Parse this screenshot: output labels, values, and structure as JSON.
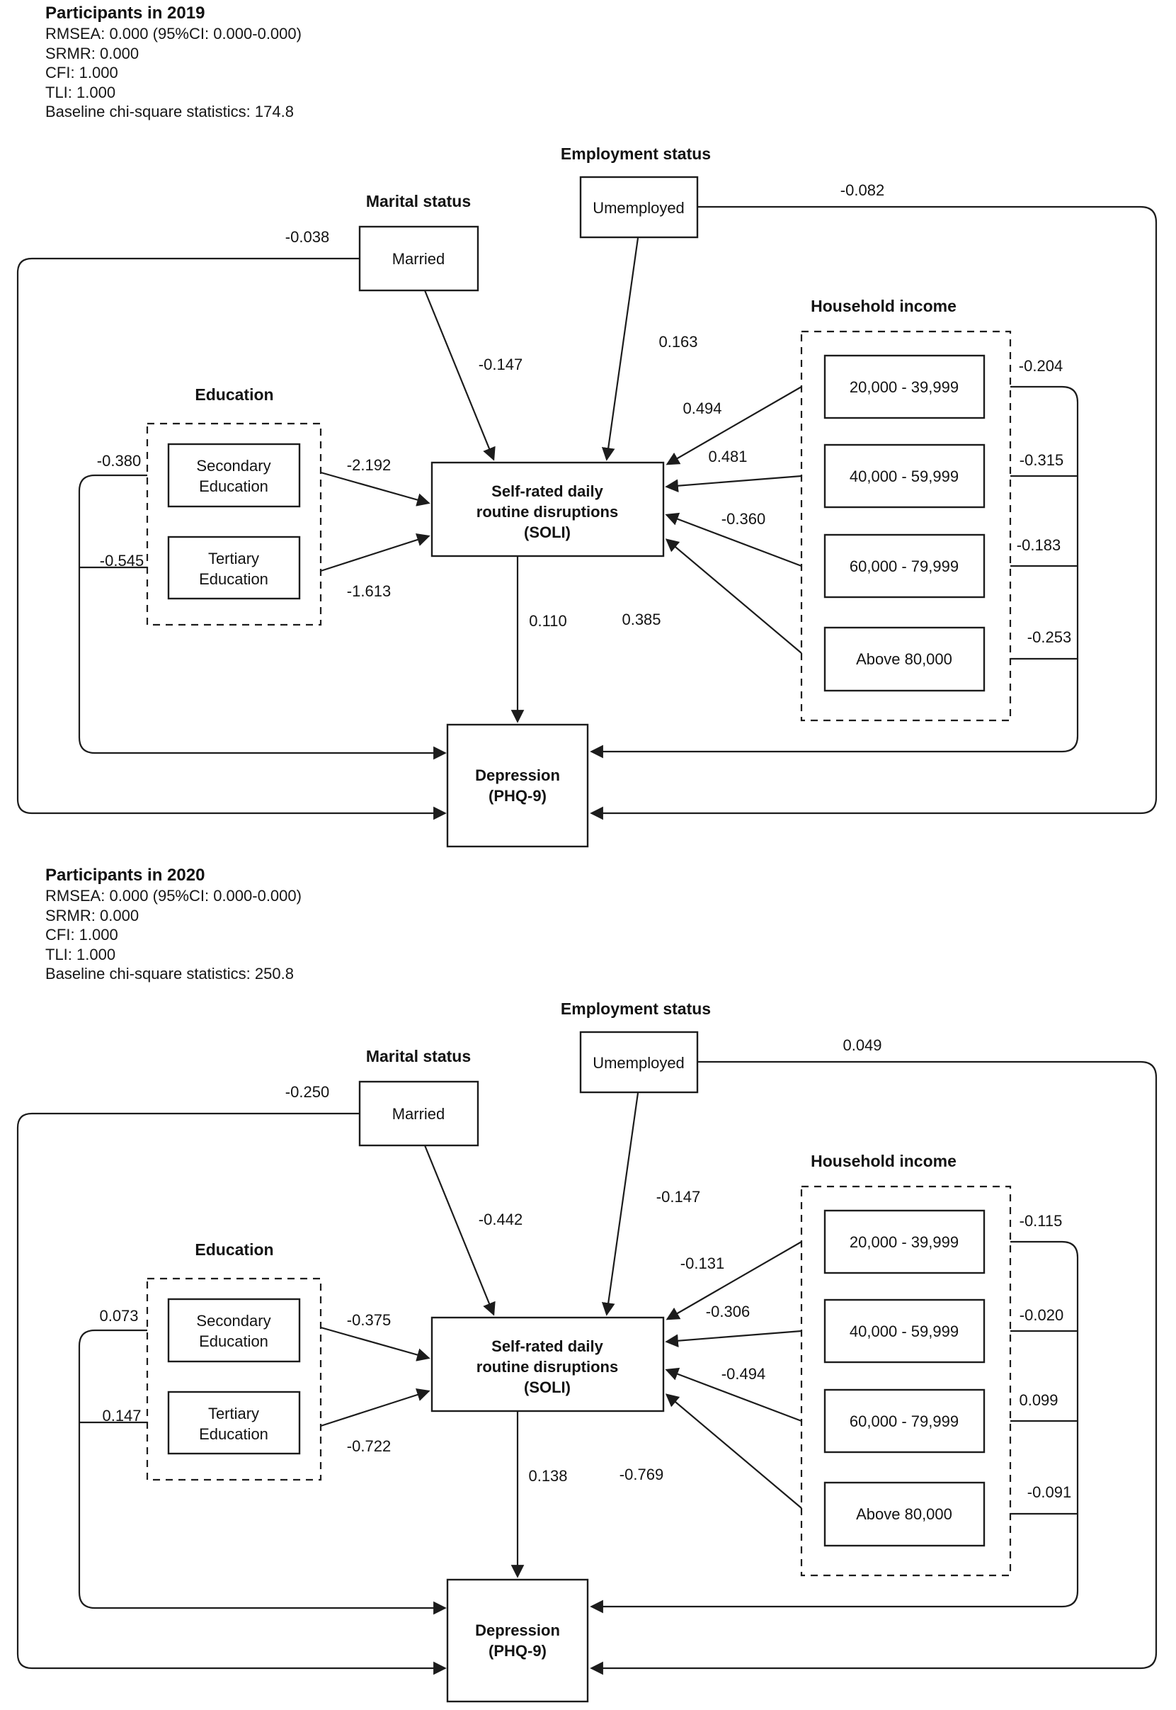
{
  "figure": {
    "description": "Structural equation model path diagrams for participants in 2019 and 2020",
    "panels": [
      {
        "title": "Participants in 2019",
        "stats": [
          "RMSEA: 0.000 (95%CI: 0.000-0.000)",
          "SRMR: 0.000",
          "CFI: 1.000",
          "TLI: 1.000",
          "Baseline chi-square statistics: 174.8"
        ],
        "group_titles": {
          "marital": "Marital status",
          "employment": "Employment status",
          "education": "Education",
          "income": "Household income"
        },
        "node_labels": {
          "married": "Married",
          "unemployed": "Umemployed",
          "secondary": [
            "Secondary",
            "Education"
          ],
          "tertiary": [
            "Tertiary",
            "Education"
          ],
          "income": [
            "20,000 - 39,999",
            "40,000 - 59,999",
            "60,000 - 79,999",
            "Above 80,000"
          ],
          "soli": [
            "Self-rated daily",
            "routine disruptions",
            "(SOLI)"
          ],
          "depression": [
            "Depression",
            "(PHQ-9)"
          ]
        },
        "coefficients": {
          "married_dep": "-0.038",
          "unemployed_dep": "-0.082",
          "married_soli": "-0.147",
          "unemployed_soli": "0.163",
          "secondary_soli": "-2.192",
          "tertiary_soli": "-1.613",
          "secondary_dep": "-0.380",
          "tertiary_dep": "-0.545",
          "income1_soli": "0.494",
          "income2_soli": "0.481",
          "income3_soli": "-0.360",
          "income4_soli": "0.385",
          "income1_dep": "-0.204",
          "income2_dep": "-0.315",
          "income3_dep": "-0.183",
          "income4_dep": "-0.253",
          "soli_dep": "0.110"
        }
      },
      {
        "title": "Participants in 2020",
        "stats": [
          "RMSEA: 0.000 (95%CI: 0.000-0.000)",
          "SRMR: 0.000",
          "CFI: 1.000",
          "TLI: 1.000",
          "Baseline chi-square statistics: 250.8"
        ],
        "group_titles": {
          "marital": "Marital status",
          "employment": "Employment status",
          "education": "Education",
          "income": "Household income"
        },
        "node_labels": {
          "married": "Married",
          "unemployed": "Umemployed",
          "secondary": [
            "Secondary",
            "Education"
          ],
          "tertiary": [
            "Tertiary",
            "Education"
          ],
          "income": [
            "20,000 - 39,999",
            "40,000 - 59,999",
            "60,000 - 79,999",
            "Above 80,000"
          ],
          "soli": [
            "Self-rated daily",
            "routine disruptions",
            "(SOLI)"
          ],
          "depression": [
            "Depression",
            "(PHQ-9)"
          ]
        },
        "coefficients": {
          "married_dep": "-0.250",
          "unemployed_dep": "0.049",
          "married_soli": "-0.442",
          "unemployed_soli": "-0.147",
          "secondary_soli": "-0.375",
          "tertiary_soli": "-0.722",
          "secondary_dep": "0.073",
          "tertiary_dep": "0.147",
          "income1_soli": "-0.131",
          "income2_soli": "-0.306",
          "income3_soli": "-0.494",
          "income4_soli": "-0.769",
          "income1_dep": "-0.115",
          "income2_dep": "-0.020",
          "income3_dep": "0.099",
          "income4_dep": "-0.091",
          "soli_dep": "0.138"
        }
      }
    ],
    "colors": {
      "line": "#1c1c1c",
      "text": "#131313",
      "background": "#ffffff"
    }
  }
}
